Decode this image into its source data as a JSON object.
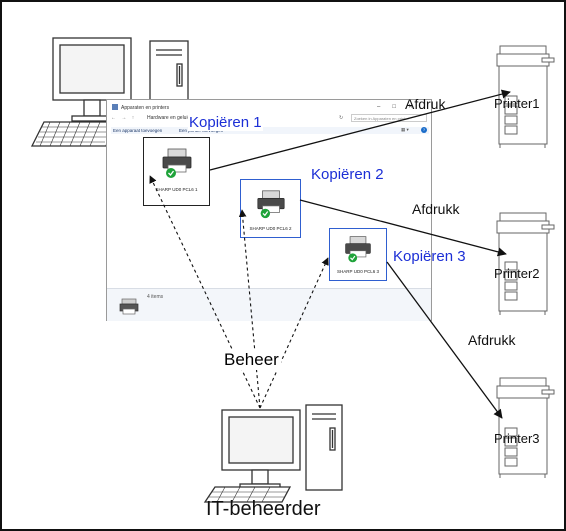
{
  "window": {
    "title": "Apparaten en printers",
    "path": "Hardware en geluid",
    "search_placeholder": "Zoeken in Apparaten en print...",
    "commands": {
      "add_device": "Een apparaat toevoegen",
      "add_printer": "Een printer toevoegen"
    },
    "status": "4 items",
    "controls": [
      "–",
      "□",
      "✕"
    ]
  },
  "printers_in_window": [
    {
      "name": "SHARP UD0 PCL6 1"
    },
    {
      "name": "SHARP UD0 PCL6 2"
    },
    {
      "name": "SHARP UD0 PCL6 3"
    }
  ],
  "copies": [
    "Kopiëren 1",
    "Kopiëren 2",
    "Kopiëren 3"
  ],
  "print_labels": [
    "Afdruk",
    "Afdrukk",
    "Afdrukk"
  ],
  "devices": [
    "Printer1",
    "Printer2",
    "Printer3"
  ],
  "manage_label": "Beheer",
  "admin_label": "IT-beheerder",
  "colors": {
    "accent_blue": "#1c2fd6",
    "tile_border_blue": "#2f5fd0",
    "check_green": "#1fa33a"
  }
}
